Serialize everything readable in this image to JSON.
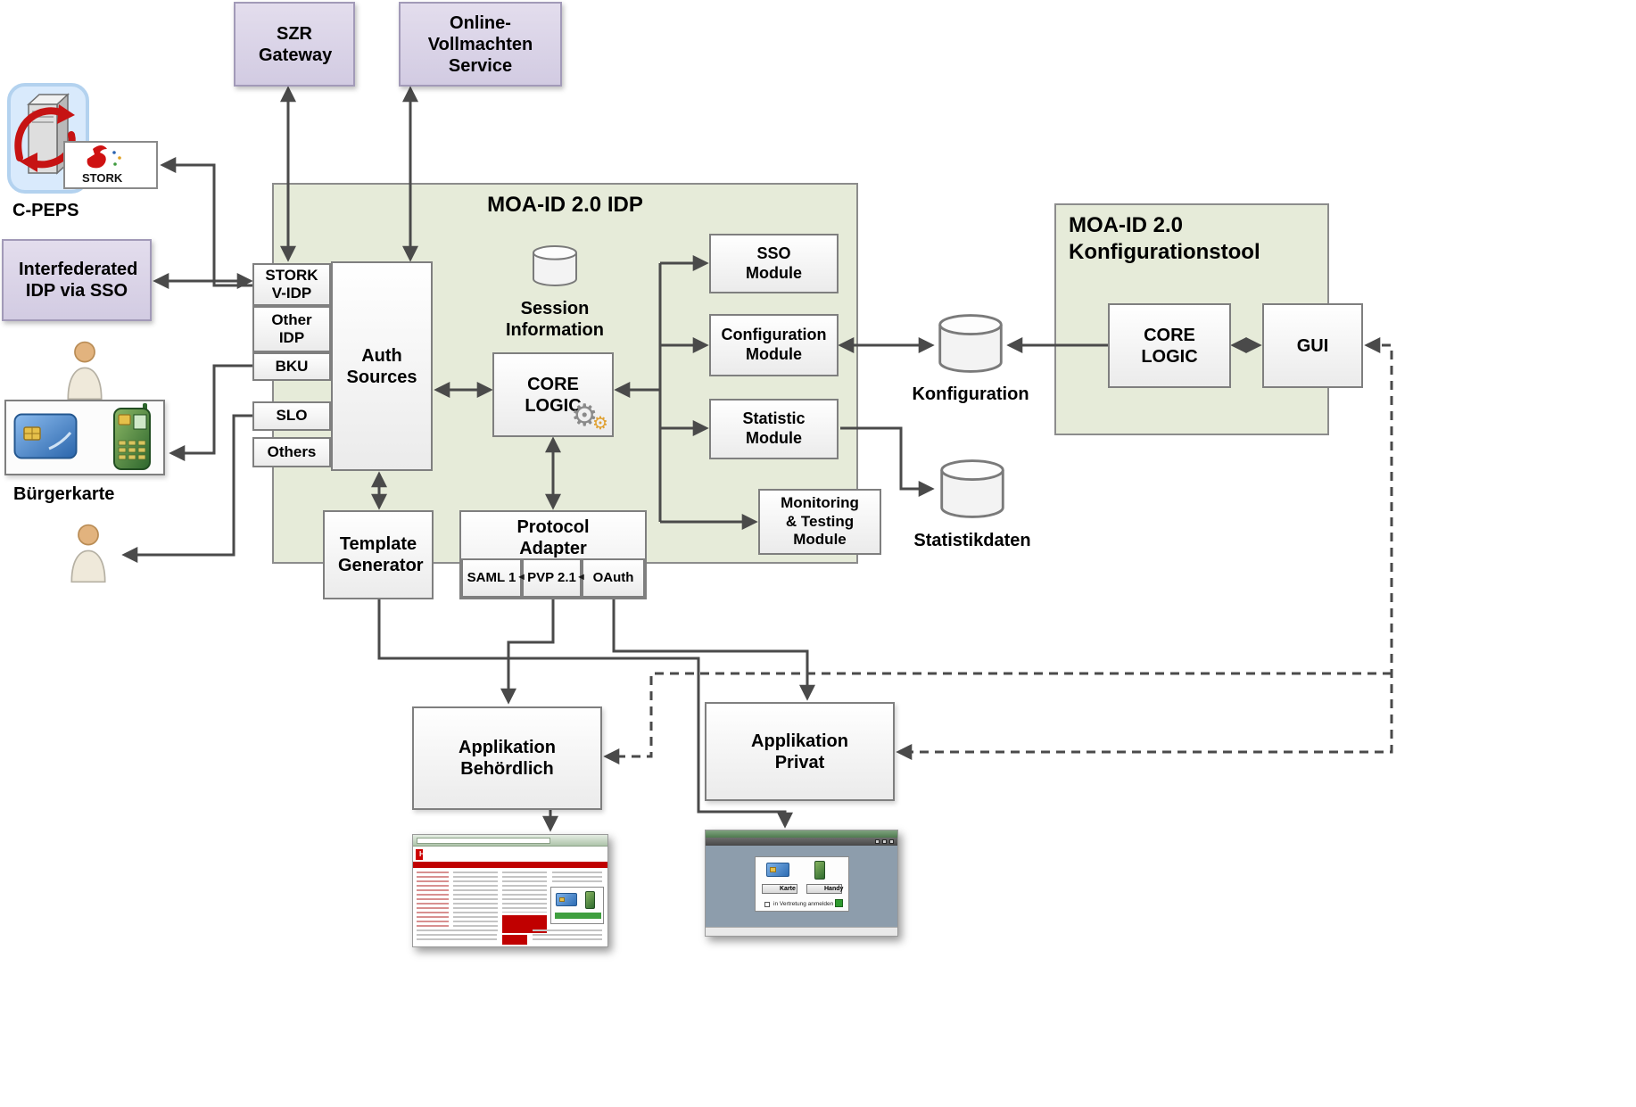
{
  "colors": {
    "panel_green": "#e6ebd9",
    "box_lavender": "#d8d1e4",
    "arrow_gray": "#4a4a4a",
    "accent_red": "#cc0000"
  },
  "nodes": {
    "szr_gateway": "SZR Gateway",
    "online_vollmachten_service": "Online-Vollmachten Service",
    "cpeps_label": "C-PEPS",
    "stork_badge": "STORK",
    "interfederated_idp": "Interfederated IDP via SSO",
    "buergerkarte_label": "Bürgerkarte",
    "idp_panel_title": "MOA-ID 2.0 IDP",
    "stork_vidp": "STORK V-IDP",
    "other_idp": "Other IDP",
    "bku": "BKU",
    "slo": "SLO",
    "others": "Others",
    "auth_sources": "Auth Sources",
    "session_information": "Session Information",
    "core_logic": "CORE LOGIC",
    "sso_module": "SSO Module",
    "configuration_module": "Configuration Module",
    "statistic_module": "Statistic Module",
    "monitoring_module": "Monitoring & Testing Module",
    "template_generator": "Template Generator",
    "protocol_adapter": "Protocol Adapter",
    "saml1": "SAML 1",
    "pvp21": "PVP 2.1",
    "oauth": "OAuth",
    "konfiguration_db": "Konfiguration",
    "statistikdaten_db": "Statistikdaten",
    "tool_panel_title": "MOA-ID 2.0 Konfigurationstool",
    "tool_core_logic": "CORE LOGIC",
    "gui": "GUI",
    "app_behoerdlich": "Applikation Behördlich",
    "app_privat": "Applikation Privat"
  },
  "help_screenshot": {
    "logo": "HELP"
  },
  "login_screenshot": {
    "karte": "Karte",
    "handy": "Handy",
    "checkbox": "in Vertretung anmelden"
  }
}
